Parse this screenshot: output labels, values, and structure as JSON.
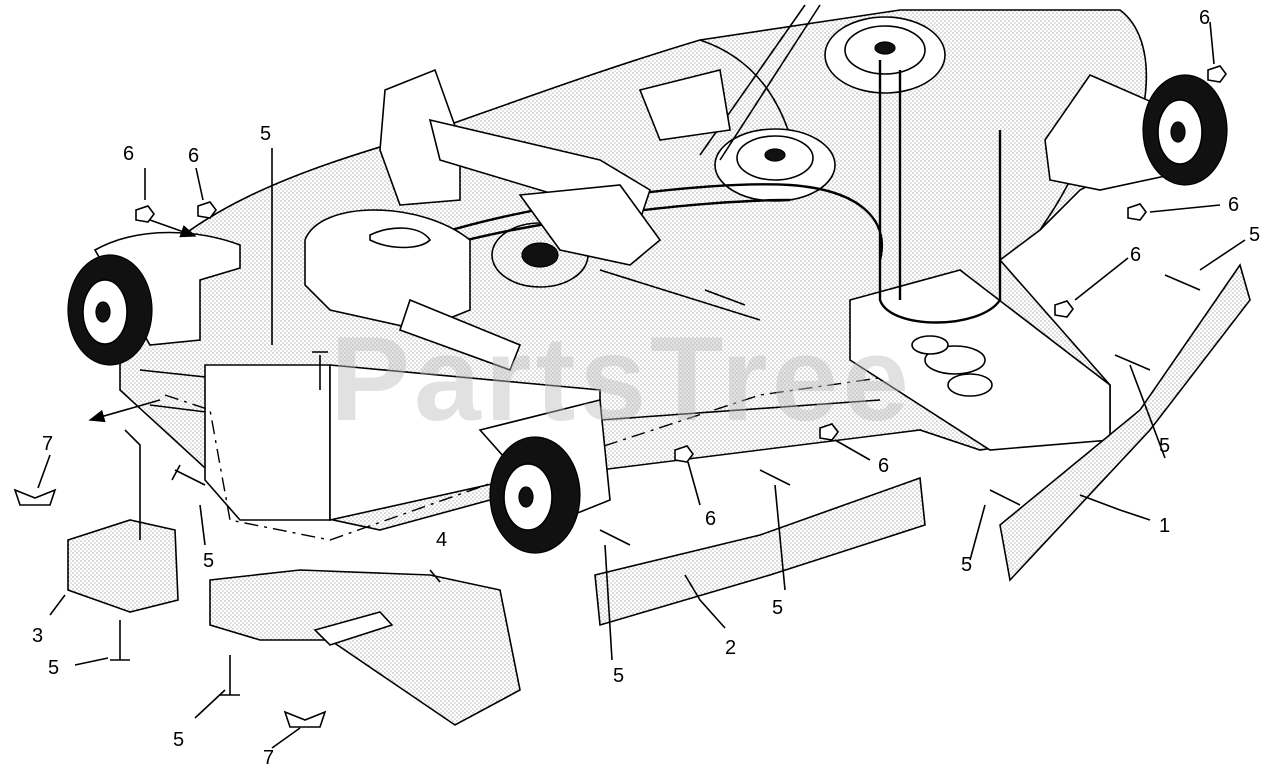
{
  "watermark": "PartsTree",
  "callouts": [
    {
      "id": "c1",
      "text": "1"
    },
    {
      "id": "c2",
      "text": "2"
    },
    {
      "id": "c3",
      "text": "3"
    },
    {
      "id": "c4",
      "text": "4"
    },
    {
      "id": "c5a",
      "text": "5"
    },
    {
      "id": "c5b",
      "text": "5"
    },
    {
      "id": "c5c",
      "text": "5"
    },
    {
      "id": "c5d",
      "text": "5"
    },
    {
      "id": "c5e",
      "text": "5"
    },
    {
      "id": "c5f",
      "text": "5"
    },
    {
      "id": "c5g",
      "text": "5"
    },
    {
      "id": "c5h",
      "text": "5"
    },
    {
      "id": "c5i",
      "text": "5"
    },
    {
      "id": "c6a",
      "text": "6"
    },
    {
      "id": "c6b",
      "text": "6"
    },
    {
      "id": "c6c",
      "text": "6"
    },
    {
      "id": "c6d",
      "text": "6"
    },
    {
      "id": "c6e",
      "text": "6"
    },
    {
      "id": "c6f",
      "text": "6"
    },
    {
      "id": "c6g",
      "text": "6"
    },
    {
      "id": "c7a",
      "text": "7"
    },
    {
      "id": "c7b",
      "text": "7"
    }
  ]
}
